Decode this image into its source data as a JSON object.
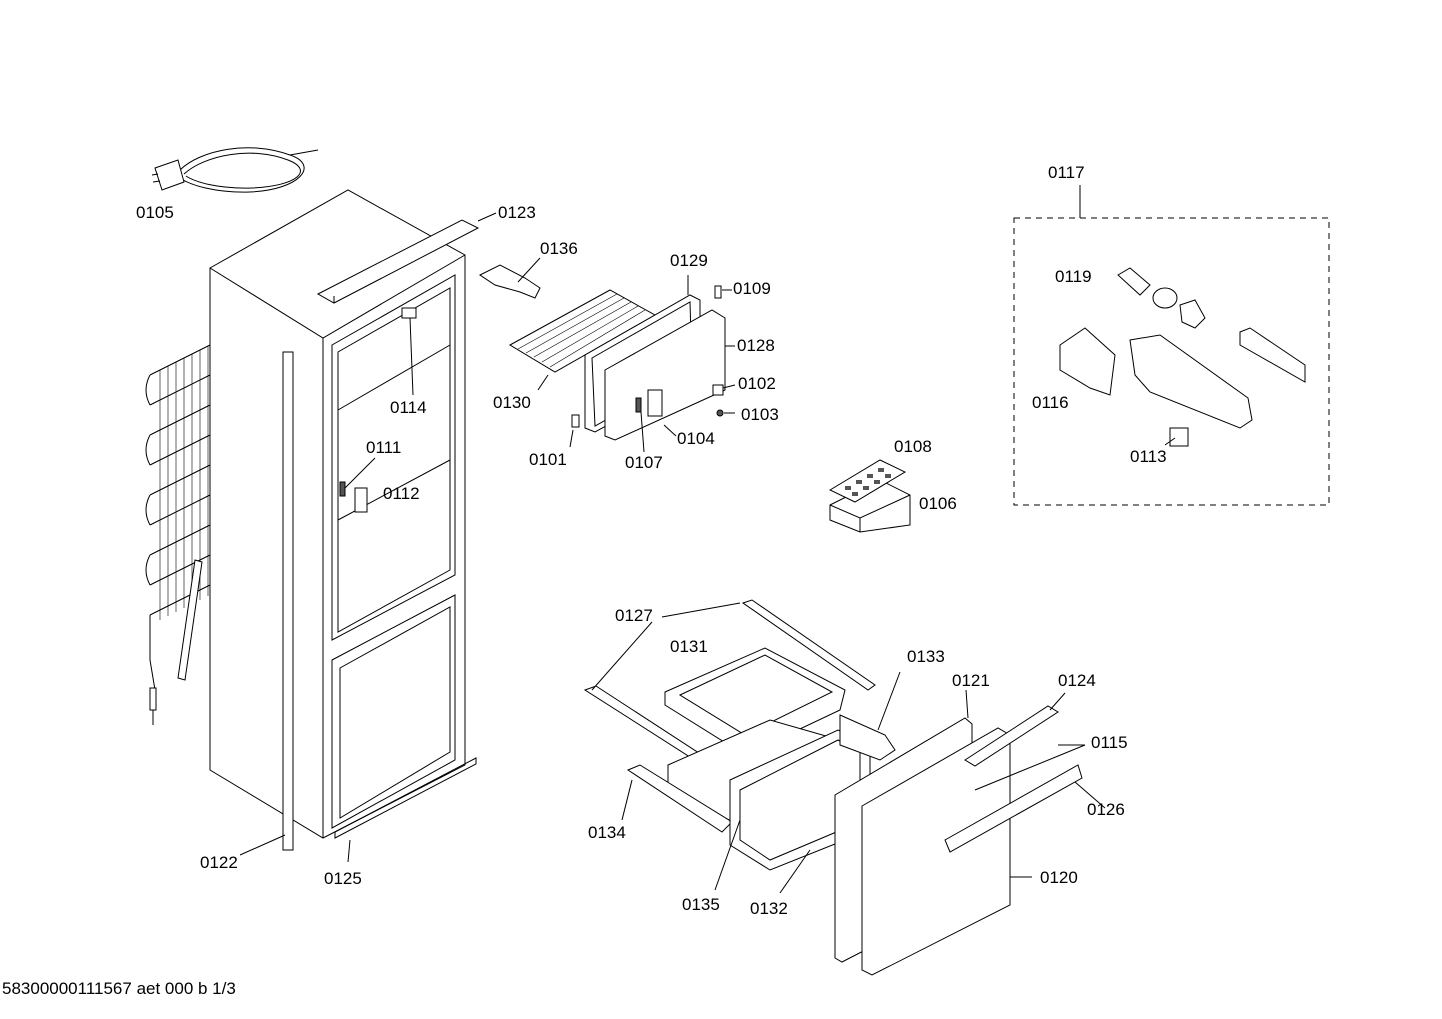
{
  "diagram": {
    "labels": {
      "l0105": "0105",
      "l0123": "0123",
      "l0136": "0136",
      "l0129": "0129",
      "l0109": "0109",
      "l0128": "0128",
      "l0102": "0102",
      "l0103": "0103",
      "l0130": "0130",
      "l0104": "0104",
      "l0101": "0101",
      "l0107": "0107",
      "l0114": "0114",
      "l0111": "0111",
      "l0112": "0112",
      "l0117": "0117",
      "l0119": "0119",
      "l0116": "0116",
      "l0113": "0113",
      "l0108": "0108",
      "l0106": "0106",
      "l0127": "0127",
      "l0131": "0131",
      "l0133": "0133",
      "l0121": "0121",
      "l0124": "0124",
      "l0115": "0115",
      "l0126": "0126",
      "l0134": "0134",
      "l0135": "0135",
      "l0132": "0132",
      "l0120": "0120",
      "l0122": "0122",
      "l0125": "0125"
    },
    "footer": "58300000111567 aet 000 b 1/3"
  }
}
